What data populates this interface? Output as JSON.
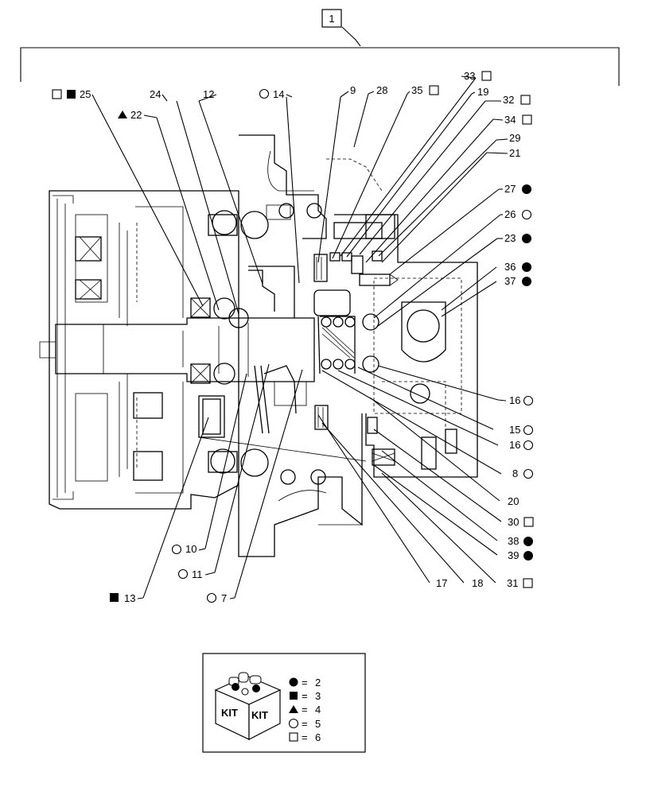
{
  "assembly": {
    "ref": "1"
  },
  "legend": {
    "kit_label": "KIT",
    "items": [
      {
        "symbol": "filled-circle",
        "sep": "=",
        "value": "2"
      },
      {
        "symbol": "filled-square",
        "sep": "=",
        "value": "3"
      },
      {
        "symbol": "filled-triangle",
        "sep": "=",
        "value": "4"
      },
      {
        "symbol": "open-circle",
        "sep": "=",
        "value": "5"
      },
      {
        "symbol": "open-square",
        "sep": "=",
        "value": "6"
      }
    ]
  },
  "callouts": [
    {
      "id": "c25",
      "num": "25",
      "symbols": [
        "open-square",
        "filled-square"
      ]
    },
    {
      "id": "c24",
      "num": "24",
      "symbols": []
    },
    {
      "id": "c12",
      "num": "12",
      "symbols": []
    },
    {
      "id": "c14",
      "num": "14",
      "symbols": [
        "open-circle"
      ]
    },
    {
      "id": "c9",
      "num": "9",
      "symbols": []
    },
    {
      "id": "c28",
      "num": "28",
      "symbols": []
    },
    {
      "id": "c35",
      "num": "35",
      "symbols": [
        "open-square"
      ]
    },
    {
      "id": "c33",
      "num": "33",
      "symbols": [
        "open-square"
      ]
    },
    {
      "id": "c19",
      "num": "19",
      "symbols": []
    },
    {
      "id": "c32",
      "num": "32",
      "symbols": [
        "open-square"
      ]
    },
    {
      "id": "c34",
      "num": "34",
      "symbols": [
        "open-square"
      ]
    },
    {
      "id": "c29",
      "num": "29",
      "symbols": []
    },
    {
      "id": "c21",
      "num": "21",
      "symbols": []
    },
    {
      "id": "c22",
      "num": "22",
      "symbols": [
        "filled-triangle"
      ]
    },
    {
      "id": "c27",
      "num": "27",
      "symbols": [
        "filled-circle"
      ]
    },
    {
      "id": "c26",
      "num": "26",
      "symbols": [
        "open-circle"
      ]
    },
    {
      "id": "c23",
      "num": "23",
      "symbols": [
        "filled-circle"
      ]
    },
    {
      "id": "c36",
      "num": "36",
      "symbols": [
        "filled-circle"
      ]
    },
    {
      "id": "c37",
      "num": "37",
      "symbols": [
        "filled-circle"
      ]
    },
    {
      "id": "c16a",
      "num": "16",
      "symbols": [
        "open-circle"
      ]
    },
    {
      "id": "c15",
      "num": "15",
      "symbols": [
        "open-circle"
      ]
    },
    {
      "id": "c16b",
      "num": "16",
      "symbols": [
        "open-circle"
      ]
    },
    {
      "id": "c8",
      "num": "8",
      "symbols": [
        "open-circle"
      ]
    },
    {
      "id": "c20",
      "num": "20",
      "symbols": []
    },
    {
      "id": "c30",
      "num": "30",
      "symbols": [
        "open-square"
      ]
    },
    {
      "id": "c38",
      "num": "38",
      "symbols": [
        "filled-circle"
      ]
    },
    {
      "id": "c39",
      "num": "39",
      "symbols": [
        "filled-circle"
      ]
    },
    {
      "id": "c31",
      "num": "31",
      "symbols": [
        "open-square"
      ]
    },
    {
      "id": "c18",
      "num": "18",
      "symbols": []
    },
    {
      "id": "c17",
      "num": "17",
      "symbols": []
    },
    {
      "id": "c10",
      "num": "10",
      "symbols": [
        "open-circle"
      ]
    },
    {
      "id": "c11",
      "num": "11",
      "symbols": [
        "open-circle"
      ]
    },
    {
      "id": "c7",
      "num": "7",
      "symbols": [
        "open-circle"
      ]
    },
    {
      "id": "c13",
      "num": "13",
      "symbols": [
        "filled-square"
      ]
    }
  ]
}
